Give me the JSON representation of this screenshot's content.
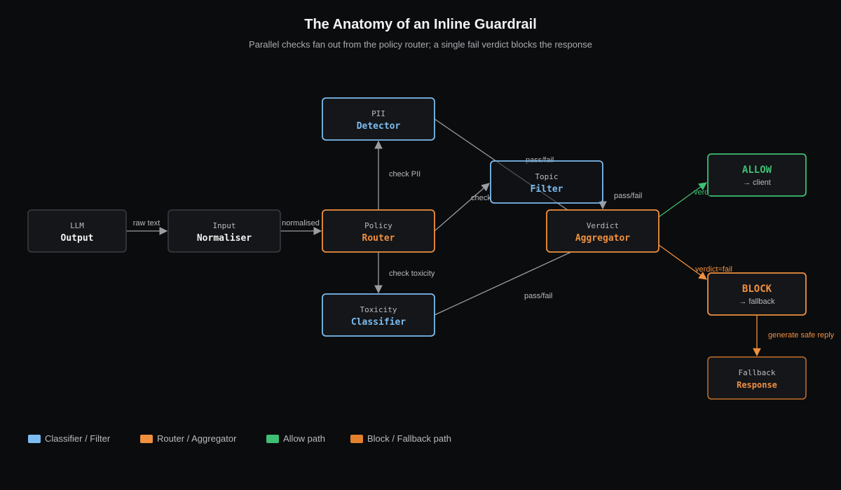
{
  "header": {
    "title": "The Anatomy of an Inline Guardrail",
    "subtitle": "Parallel checks fan out from the policy router; a single fail verdict blocks the response"
  },
  "nodes": {
    "llm_output": {
      "top": "LLM",
      "bottom": "Output"
    },
    "input_normaliser": {
      "top": "Input",
      "bottom": "Normaliser"
    },
    "policy_router": {
      "top": "Policy",
      "bottom": "Router"
    },
    "pii_detector": {
      "top": "PII",
      "bottom": "Detector"
    },
    "toxicity_classifier": {
      "top": "Toxicity",
      "bottom": "Classifier"
    },
    "topic_filter": {
      "top": "Topic",
      "bottom": "Filter"
    },
    "verdict_aggregator": {
      "top": "Verdict",
      "bottom": "Aggregator"
    },
    "allow": {
      "top": "ALLOW",
      "bottom": "→ client"
    },
    "block": {
      "top": "BLOCK",
      "bottom": "→ fallback"
    },
    "fallback_response": {
      "top": "Fallback",
      "bottom": "Response"
    }
  },
  "edges": {
    "raw_text": "raw text",
    "normalised": "normalised",
    "check_pii": "check PII",
    "check_topic": "check",
    "check_toxicity": "check toxicity",
    "pii_pass_fail": "pass/fail",
    "topic_pass_fail": "pass/fail",
    "toxicity_pass_fail": "pass/fail",
    "verdict_pass": "verd",
    "verdict_fail": "verdict=fail",
    "generate_safe_reply": "generate safe reply"
  },
  "legend": [
    {
      "label": "Classifier / Filter",
      "color": "#7cbcf0"
    },
    {
      "label": "Router / Aggregator",
      "color": "#f0903f"
    },
    {
      "label": "Allow path",
      "color": "#3fbf73"
    },
    {
      "label": "Block / Fallback path",
      "color": "#e2802e"
    }
  ],
  "colors": {
    "background": "#0b0c0e",
    "node_fill": "#141619",
    "neutral_border": "#3a3d42",
    "classifier": "#7cbcf0",
    "router": "#f0903f",
    "allow": "#3fbf73",
    "block": "#e2802e",
    "edge_gray": "#9a9ca0"
  }
}
